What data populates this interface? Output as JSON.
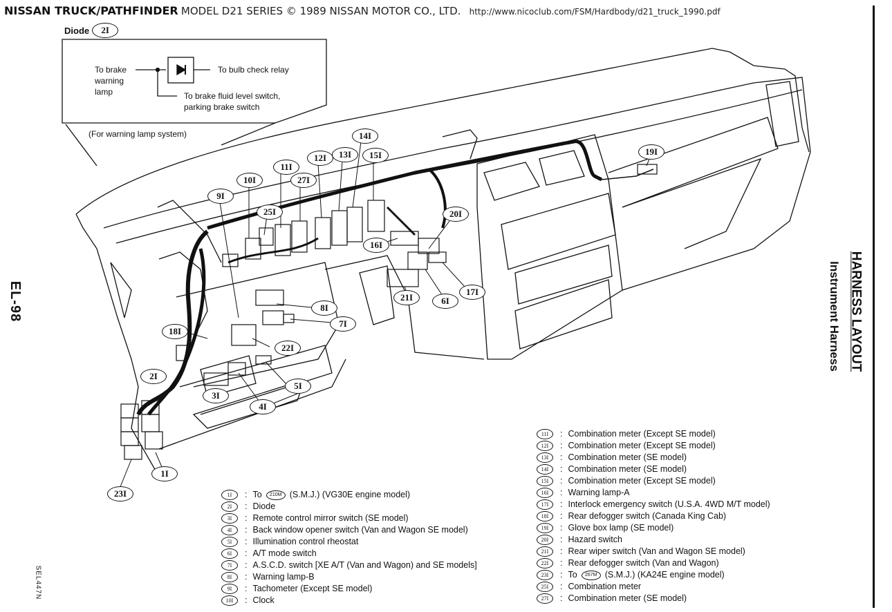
{
  "header": {
    "brand": "NISSAN TRUCK/PATHFINDER",
    "model": "MODEL D21 SERIES © 1989 NISSAN MOTOR CO., LTD.",
    "url": "http://www.nicoclub.com/FSM/Hardbody/d21_truck_1990.pdf"
  },
  "page": {
    "number": "EL-98",
    "figure_code": "SEL447N",
    "section_title": "HARNESS LAYOUT",
    "section_subtitle": "Instrument Harness"
  },
  "inset": {
    "title": "Diode",
    "title_ref": "2I",
    "left_label": "To brake\nwarning\nlamp",
    "right_label": "To bulb check relay",
    "bottom_label": "To brake fluid level switch,\nparking brake switch",
    "caption": "(For warning lamp system)"
  },
  "callouts": [
    {
      "id": "1I"
    },
    {
      "id": "2I"
    },
    {
      "id": "3I"
    },
    {
      "id": "4I"
    },
    {
      "id": "5I"
    },
    {
      "id": "6I"
    },
    {
      "id": "7I"
    },
    {
      "id": "8I"
    },
    {
      "id": "9I"
    },
    {
      "id": "10I"
    },
    {
      "id": "11I"
    },
    {
      "id": "12I"
    },
    {
      "id": "13I"
    },
    {
      "id": "14I"
    },
    {
      "id": "15I"
    },
    {
      "id": "16I"
    },
    {
      "id": "17I"
    },
    {
      "id": "18I"
    },
    {
      "id": "19I"
    },
    {
      "id": "20I"
    },
    {
      "id": "21I"
    },
    {
      "id": "22I"
    },
    {
      "id": "23I"
    },
    {
      "id": "25I"
    },
    {
      "id": "27I"
    }
  ],
  "legend_left": [
    {
      "id": "1I",
      "pre": "To",
      "smj": "210M",
      "desc": "(S.M.J.) (VG30E engine model)"
    },
    {
      "id": "2I",
      "desc": "Diode"
    },
    {
      "id": "3I",
      "desc": "Remote control mirror switch (SE model)"
    },
    {
      "id": "4I",
      "desc": "Back window opener switch (Van and Wagon SE model)"
    },
    {
      "id": "5I",
      "desc": "Illumination control rheostat"
    },
    {
      "id": "6I",
      "desc": "A/T mode switch"
    },
    {
      "id": "7I",
      "desc": "A.S.C.D. switch [XE A/T (Van and Wagon) and SE models]"
    },
    {
      "id": "8I",
      "desc": "Warning lamp-B"
    },
    {
      "id": "9I",
      "desc": "Tachometer (Except SE model)"
    },
    {
      "id": "10I",
      "desc": "Clock"
    }
  ],
  "legend_right": [
    {
      "id": "11I",
      "desc": "Combination meter (Except SE model)"
    },
    {
      "id": "12I",
      "desc": "Combination meter (Except SE model)"
    },
    {
      "id": "13I",
      "desc": "Combination meter (SE model)"
    },
    {
      "id": "14I",
      "desc": "Combination meter (SE model)"
    },
    {
      "id": "15I",
      "desc": "Combination meter (Except SE model)"
    },
    {
      "id": "16I",
      "desc": "Warning lamp-A"
    },
    {
      "id": "17I",
      "desc": "Interlock emergency switch (U.S.A. 4WD M/T model)"
    },
    {
      "id": "18I",
      "desc": "Rear defogger switch (Canada King Cab)"
    },
    {
      "id": "19I",
      "desc": "Glove box lamp (SE model)"
    },
    {
      "id": "20I",
      "desc": "Hazard switch"
    },
    {
      "id": "21I",
      "desc": "Rear wiper switch (Van and Wagon SE model)"
    },
    {
      "id": "22I",
      "desc": "Rear defogger switch (Van and Wagon)"
    },
    {
      "id": "23I",
      "pre": "To",
      "smj": "267M",
      "desc": "(S.M.J.) (KA24E engine model)"
    },
    {
      "id": "25I",
      "desc": "Combination meter"
    },
    {
      "id": "27I",
      "desc": "Combination meter (SE model)"
    }
  ]
}
